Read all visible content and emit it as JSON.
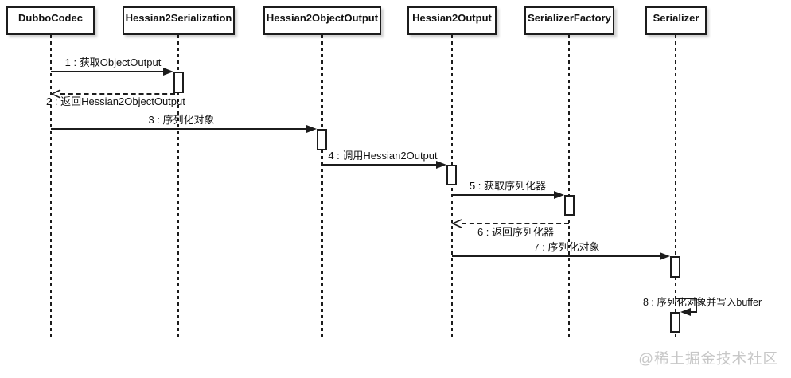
{
  "diagram": {
    "type": "uml-sequence",
    "participants": [
      {
        "name": "DubboCodec"
      },
      {
        "name": "Hessian2Serialization"
      },
      {
        "name": "Hessian2ObjectOutput"
      },
      {
        "name": "Hessian2Output"
      },
      {
        "name": "SerializerFactory"
      },
      {
        "name": "Serializer"
      }
    ],
    "messages": [
      {
        "seq": 1,
        "label": "1 : 获取ObjectOutput",
        "from": "DubboCodec",
        "to": "Hessian2Serialization",
        "style": "solid"
      },
      {
        "seq": 2,
        "label": "2 : 返回Hessian2ObjectOutput",
        "from": "Hessian2Serialization",
        "to": "DubboCodec",
        "style": "dashed-return"
      },
      {
        "seq": 3,
        "label": "3 : 序列化对象",
        "from": "DubboCodec",
        "to": "Hessian2ObjectOutput",
        "style": "solid"
      },
      {
        "seq": 4,
        "label": "4 : 调用Hessian2Output",
        "from": "Hessian2ObjectOutput",
        "to": "Hessian2Output",
        "style": "solid"
      },
      {
        "seq": 5,
        "label": "5 : 获取序列化器",
        "from": "Hessian2Output",
        "to": "SerializerFactory",
        "style": "solid"
      },
      {
        "seq": 6,
        "label": "6 : 返回序列化器",
        "from": "SerializerFactory",
        "to": "Hessian2Output",
        "style": "dashed-return"
      },
      {
        "seq": 7,
        "label": "7 : 序列化对象",
        "from": "Hessian2Output",
        "to": "Serializer",
        "style": "solid"
      },
      {
        "seq": 8,
        "label": "8 : 序列化对象并写入buffer",
        "from": "Serializer",
        "to": "Serializer",
        "style": "self"
      }
    ],
    "watermark": "@稀土掘金技术社区",
    "colors": {
      "line": "#1c1c1c",
      "background": "#ffffff",
      "watermark": "#c7c7c7"
    }
  }
}
